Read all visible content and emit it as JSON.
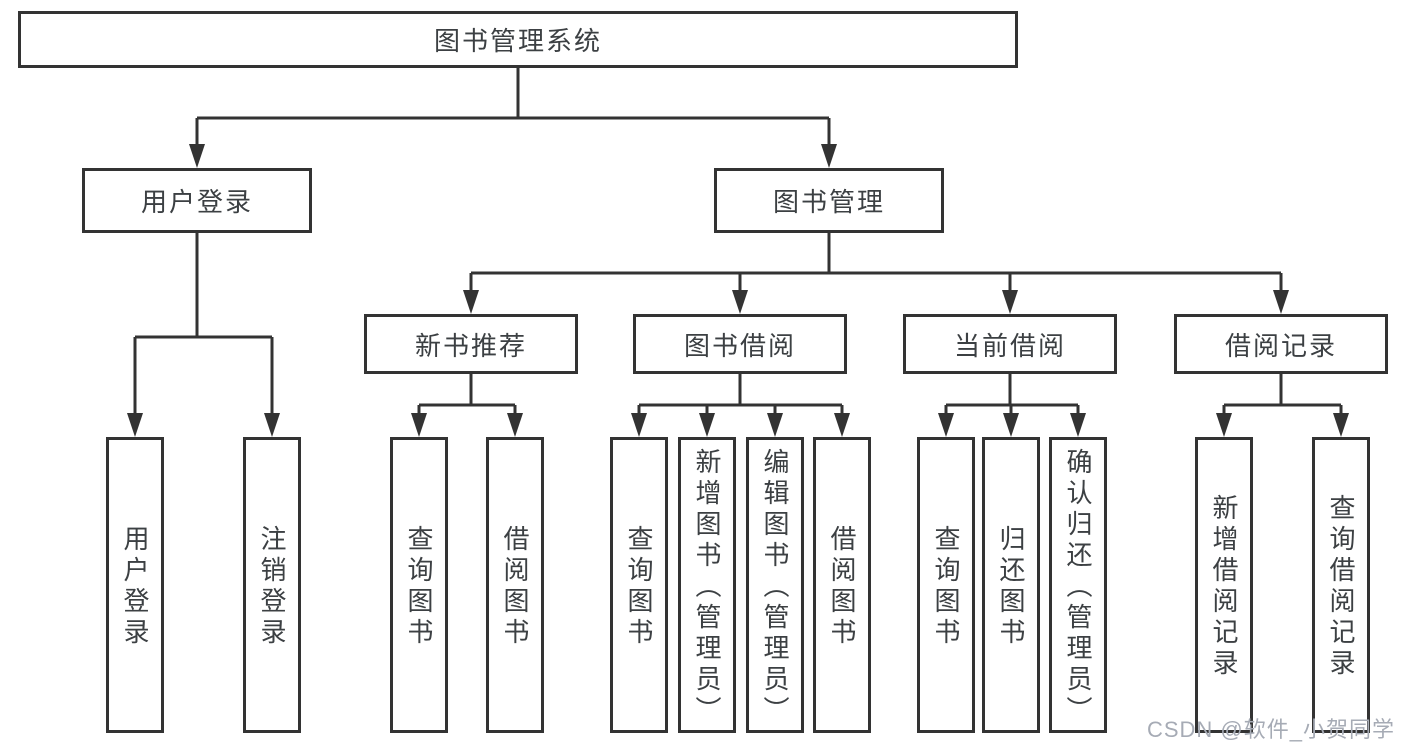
{
  "colors": {
    "line": "#333333",
    "text": "#3c4043",
    "bg": "#ffffff",
    "watermark": "#a6abb5"
  },
  "watermark": {
    "text": "CSDN @软件_小贺同学"
  },
  "tree": {
    "root": {
      "label": "图书管理系统"
    },
    "branches": [
      {
        "label": "用户登录",
        "children": [
          {
            "label": "用户登录"
          },
          {
            "label": "注销登录"
          }
        ]
      },
      {
        "label": "图书管理",
        "children": [
          {
            "label": "新书推荐",
            "children": [
              {
                "label": "查询图书"
              },
              {
                "label": "借阅图书"
              }
            ]
          },
          {
            "label": "图书借阅",
            "children": [
              {
                "label": "查询图书"
              },
              {
                "label": "新增图书（管理员）"
              },
              {
                "label": "编辑图书（管理员）"
              },
              {
                "label": "借阅图书"
              }
            ]
          },
          {
            "label": "当前借阅",
            "children": [
              {
                "label": "查询图书"
              },
              {
                "label": "归还图书"
              },
              {
                "label": "确认归还（管理员）"
              }
            ]
          },
          {
            "label": "借阅记录",
            "children": [
              {
                "label": "新增借阅记录"
              },
              {
                "label": "查询借阅记录"
              }
            ]
          }
        ]
      }
    ]
  }
}
